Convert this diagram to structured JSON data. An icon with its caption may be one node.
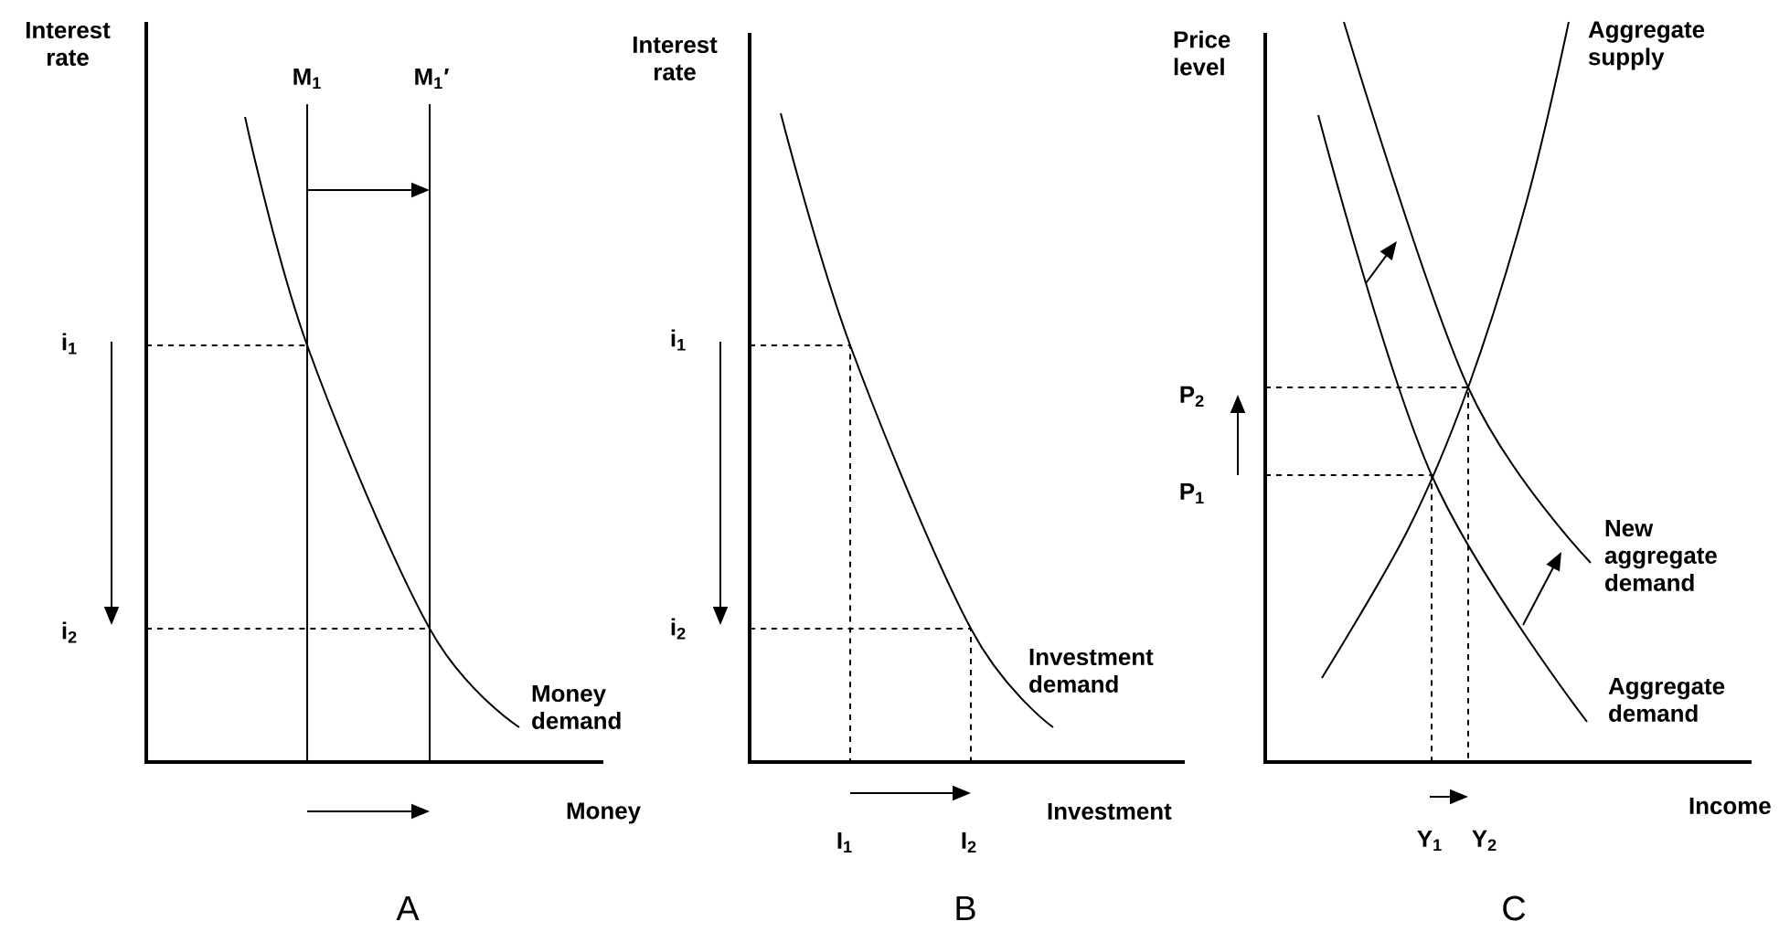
{
  "diagram": {
    "labels": [
      "Interest rate",
      "M$_{1}$",
      "M$_{1}$′",
      "i$_{1}$",
      "i$_{2}$",
      "Money demand",
      "Money",
      "A",
      "Interest rate",
      "i$_{1}$",
      "i$_{2}$",
      "Investment demand",
      "Investment",
      "I$_{1}$",
      "I$_{2}$",
      "B",
      "Price level",
      "Aggregate supply",
      "P$_{2}$",
      "P$_{1}$",
      "New aggregate demand",
      "Aggregate demand",
      "Income",
      "Y$_{1}$",
      "Y$_{2}$",
      "C"
    ]
  }
}
